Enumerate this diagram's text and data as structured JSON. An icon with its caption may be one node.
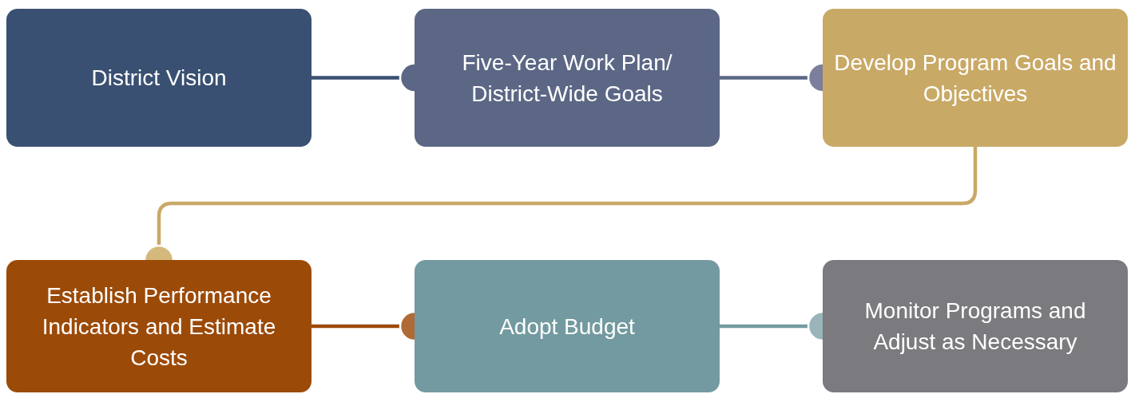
{
  "diagram": {
    "nodes": [
      {
        "text": [
          "District Vision"
        ]
      },
      {
        "text": [
          "Five-Year Work Plan/ District-Wide Goals"
        ]
      },
      {
        "text": [
          "Develop Program Goals and Objectives"
        ]
      },
      {
        "text": [
          "Establish Performance Indicators and Estimate Costs"
        ]
      },
      {
        "text": [
          "Adopt Budget"
        ]
      },
      {
        "text": [
          "Monitor Programs and Adjust as Necessary"
        ]
      }
    ],
    "edges": [
      {
        "from": 0,
        "to": 1,
        "arrow": "other",
        "color": "#3a5072"
      },
      {
        "from": 1,
        "to": 2,
        "arrow": "other",
        "color": "#5b6784"
      },
      {
        "from": 2,
        "to": 3,
        "arrow": "other",
        "color": "#c9a966"
      },
      {
        "from": 3,
        "to": 4,
        "arrow": "other",
        "color": "#9c4a08"
      },
      {
        "from": 4,
        "to": 5,
        "arrow": "other",
        "color": "#739aa0"
      }
    ]
  }
}
